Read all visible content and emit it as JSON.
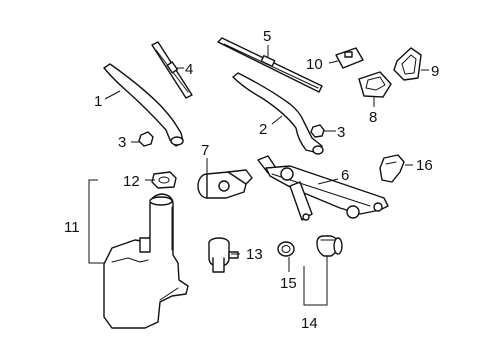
{
  "callouts": [
    {
      "id": "1",
      "part": "wiper-arm-left"
    },
    {
      "id": "2",
      "part": "wiper-arm-right"
    },
    {
      "id": "3",
      "part": "arm-nut"
    },
    {
      "id": "4",
      "part": "wiper-blade-left"
    },
    {
      "id": "5",
      "part": "wiper-blade-right"
    },
    {
      "id": "6",
      "part": "wiper-linkage"
    },
    {
      "id": "7",
      "part": "wiper-motor"
    },
    {
      "id": "8",
      "part": "switch-module"
    },
    {
      "id": "9",
      "part": "switch-bezel"
    },
    {
      "id": "10",
      "part": "connector-bracket"
    },
    {
      "id": "11",
      "part": "washer-reservoir"
    },
    {
      "id": "12",
      "part": "reservoir-cap"
    },
    {
      "id": "13",
      "part": "washer-pump"
    },
    {
      "id": "14",
      "part": "washer-nozzle-assembly"
    },
    {
      "id": "15",
      "part": "grommet"
    },
    {
      "id": "16",
      "part": "cowl-cover-piece"
    }
  ]
}
